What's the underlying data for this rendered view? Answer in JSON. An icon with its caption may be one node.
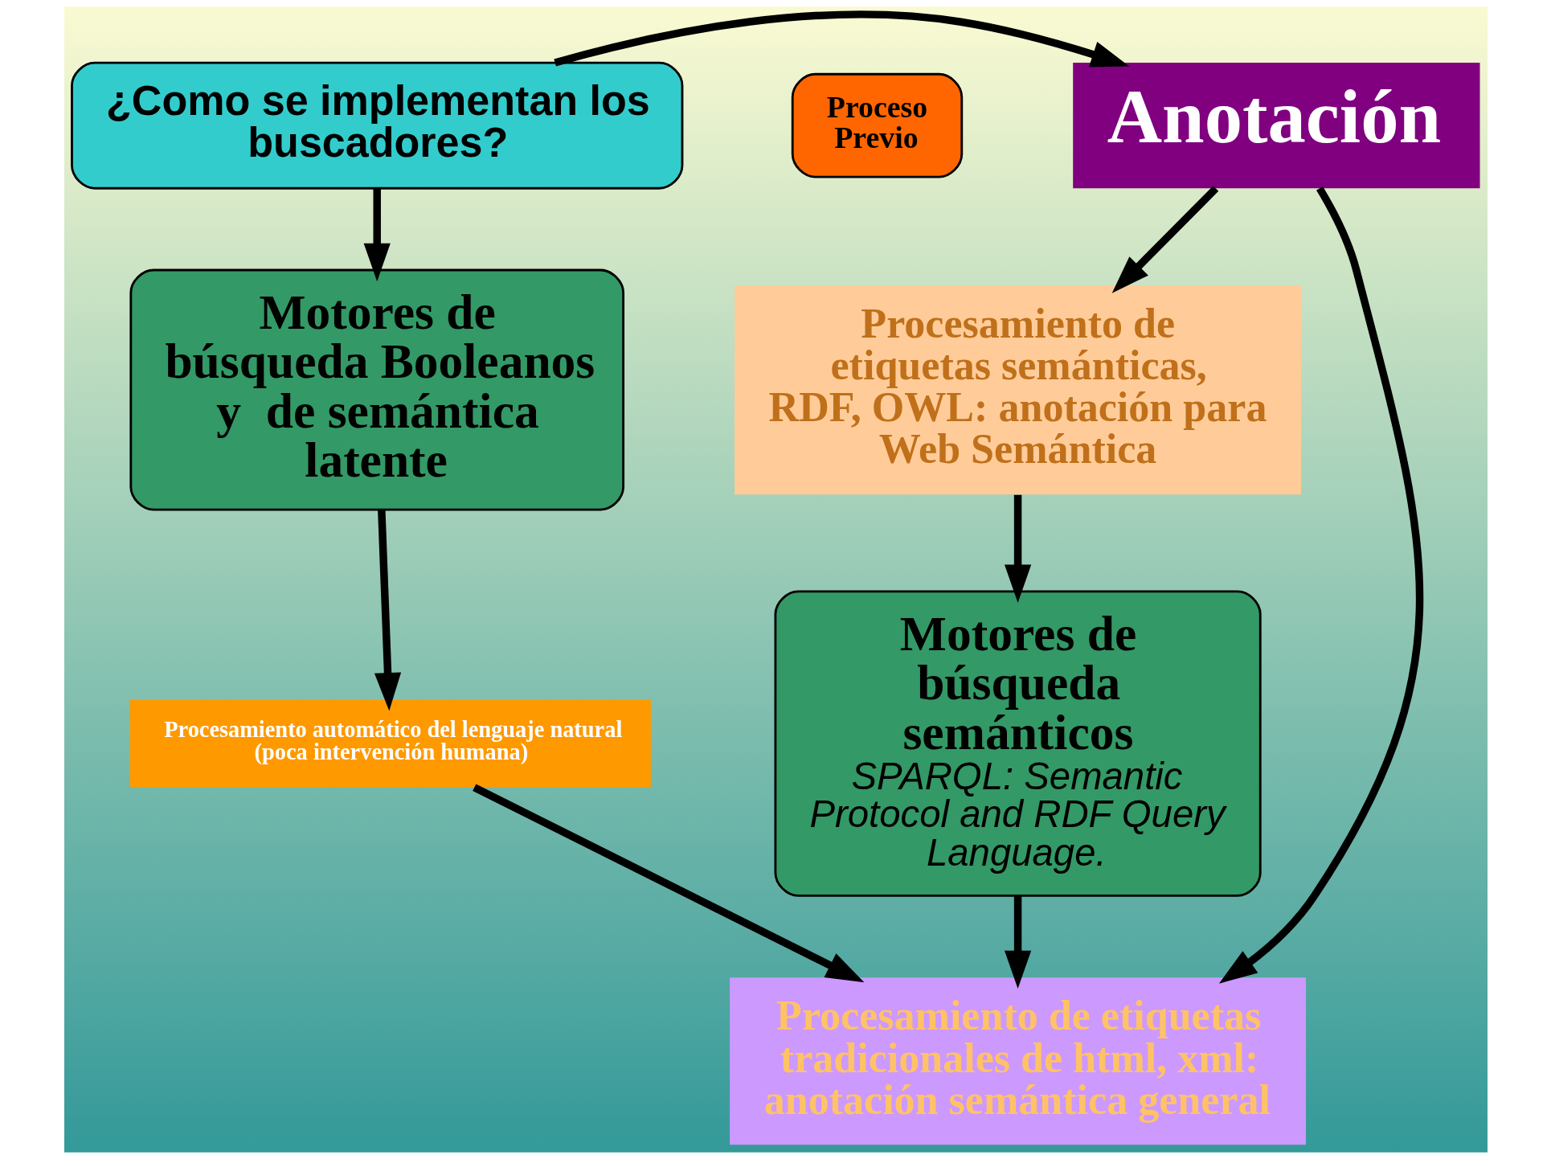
{
  "diagram": {
    "nodes": [
      {
        "text": [
          "¿Como se implementan los buscadores?"
        ]
      },
      {
        "text": [
          "Proceso Previo"
        ]
      },
      {
        "text": [
          "Anotación"
        ]
      },
      {
        "text": [
          "Motores de búsqueda Booleanos y  de semántica latente"
        ]
      },
      {
        "text": [
          "Procesamiento de etiquetas semánticas, RDF, OWL: anotación para Web Semántica"
        ]
      },
      {
        "text": [
          "Procesamiento automático del lenguaje natural (poca intervención humana)"
        ]
      },
      {
        "text": [
          "Motores de búsqueda semánticos",
          "SPARQL: Semantic Protocol and RDF Query Language."
        ]
      },
      {
        "text": [
          "Procesamiento de etiquetas tradicionales de html, xml: anotación semántica general"
        ]
      }
    ],
    "edges": [
      {
        "from": 0,
        "to": 2,
        "arrow": "to"
      },
      {
        "from": 0,
        "to": 3,
        "arrow": "to"
      },
      {
        "from": 2,
        "to": 4,
        "arrow": "to"
      },
      {
        "from": 2,
        "to": 7,
        "arrow": "to"
      },
      {
        "from": 3,
        "to": 5,
        "arrow": "to"
      },
      {
        "from": 4,
        "to": 6,
        "arrow": "to"
      },
      {
        "from": 5,
        "to": 7,
        "arrow": "to"
      },
      {
        "from": 6,
        "to": 7,
        "arrow": "to"
      }
    ]
  }
}
